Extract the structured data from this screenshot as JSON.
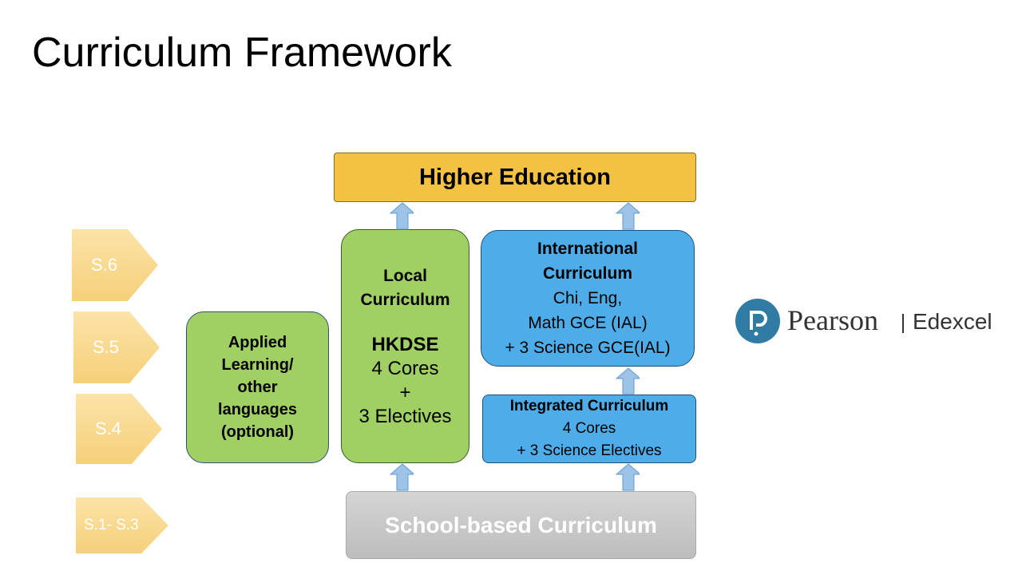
{
  "title": "Curriculum Framework",
  "higher": "Higher Education",
  "local": {
    "line1": "Local",
    "line2": "Curriculum",
    "line3": "HKDSE",
    "line4": "4 Cores",
    "line5": "+",
    "line6": "3 Electives"
  },
  "intl": {
    "line1": "International",
    "line2": "Curriculum",
    "line3": "Chi, Eng,",
    "line4": "Math GCE (IAL)",
    "line5": "+ 3 Science GCE(IAL)"
  },
  "integ": {
    "line1": "Integrated Curriculum",
    "line2": "4 Cores",
    "line3": "+ 3 Science Electives"
  },
  "applied": {
    "line1": "Applied",
    "line2": "Learning/",
    "line3": "other",
    "line4": "languages",
    "line5": "(optional)"
  },
  "school": "School-based Curriculum",
  "levels": [
    "S.6",
    "S.5",
    "S.4",
    "S.1- S.3"
  ],
  "logo": {
    "brand": "Pearson",
    "sub": "Edexcel",
    "brand_color": "#2F7BA3"
  },
  "colors": {
    "gold": "#F4C242",
    "green": "#A0CF63",
    "blue": "#4EADE8",
    "grey": "#C8C8C8",
    "level": "#F8D27A"
  }
}
